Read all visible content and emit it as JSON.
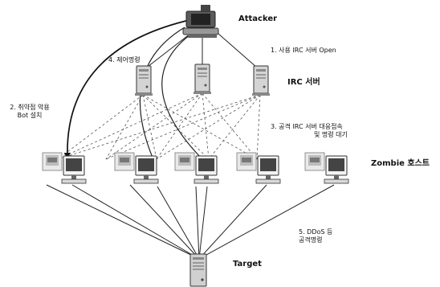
{
  "labels": {
    "attacker": "Attacker",
    "step1": "1. 사용 IRC 서버 Open",
    "step4": "4. 제어명령",
    "irc_server": "IRC 서버",
    "step2_line1": "2. 취약점 악용",
    "step2_line2": "Bot 설치",
    "step3_line1": "3. 공격 IRC 서버 대응접속",
    "step3_line2": "및 명령 대기",
    "zombie_hosts": "Zombie 호스트",
    "step5_line1": "5. DDoS 등",
    "step5_line2": "공격명령",
    "target": "Target"
  },
  "nodes": {
    "attacker": {
      "name": "Attacker",
      "icon": "attacker-workstation-icon"
    },
    "irc_servers": [
      {
        "icon": "server-tower-icon"
      },
      {
        "icon": "server-tower-icon"
      },
      {
        "icon": "server-tower-icon"
      }
    ],
    "zombies": [
      {
        "icon": "zombie-pc-icon"
      },
      {
        "icon": "zombie-pc-icon"
      },
      {
        "icon": "zombie-pc-icon"
      },
      {
        "icon": "zombie-pc-icon"
      },
      {
        "icon": "zombie-pc-icon"
      },
      {
        "icon": "zombie-pc-icon"
      }
    ],
    "target": {
      "name": "Target",
      "icon": "target-server-icon"
    }
  },
  "colors": {
    "line": "#222222",
    "dashed": "#555555",
    "server_body": "#cfcfcf",
    "monitor_screen": "#444444"
  }
}
